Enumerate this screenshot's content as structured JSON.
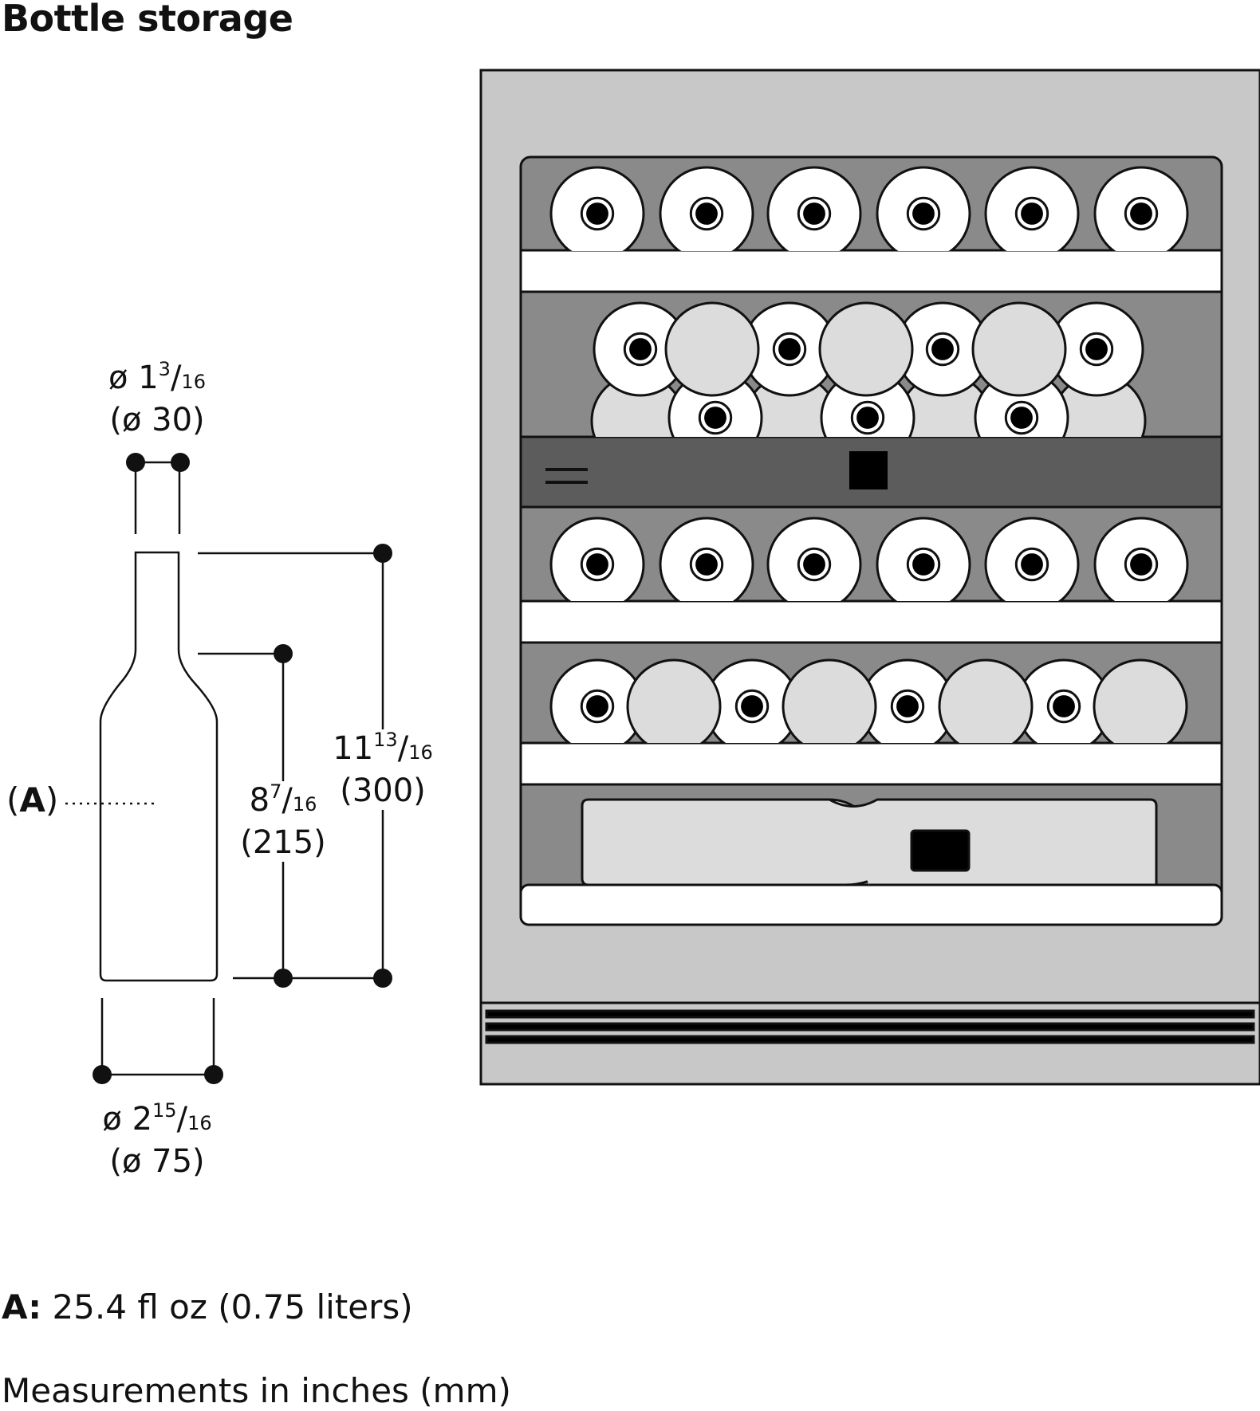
{
  "title": "Bottle storage",
  "dimensions": {
    "neck_diameter": {
      "inch": "ø 1",
      "inch_num": "3",
      "inch_den": "16",
      "mm": "(ø 30)"
    },
    "body_diameter": {
      "inch": "ø 2",
      "inch_num": "15",
      "inch_den": "16",
      "mm": "(ø 75)"
    },
    "shoulder_height": {
      "inch": "8",
      "inch_num": "7",
      "inch_den": "16",
      "mm": "(215)"
    },
    "total_height": {
      "inch": "11",
      "inch_num": "13",
      "inch_den": "16",
      "mm": "(300)"
    }
  },
  "callout": {
    "letter": "A",
    "open": "(",
    "close": ")"
  },
  "footnotes": {
    "a_key": "A:",
    "a_text": "25.4 fl oz (0.75 liters)",
    "units": "Measurements in inches (mm)"
  },
  "colors": {
    "cabinet": "#c8c8c8",
    "interior": "#8a8a8a",
    "control_panel": "#5c5c5c",
    "shelf": "#ffffff",
    "bottle_light": "#dcdcdc",
    "line": "#111111"
  }
}
